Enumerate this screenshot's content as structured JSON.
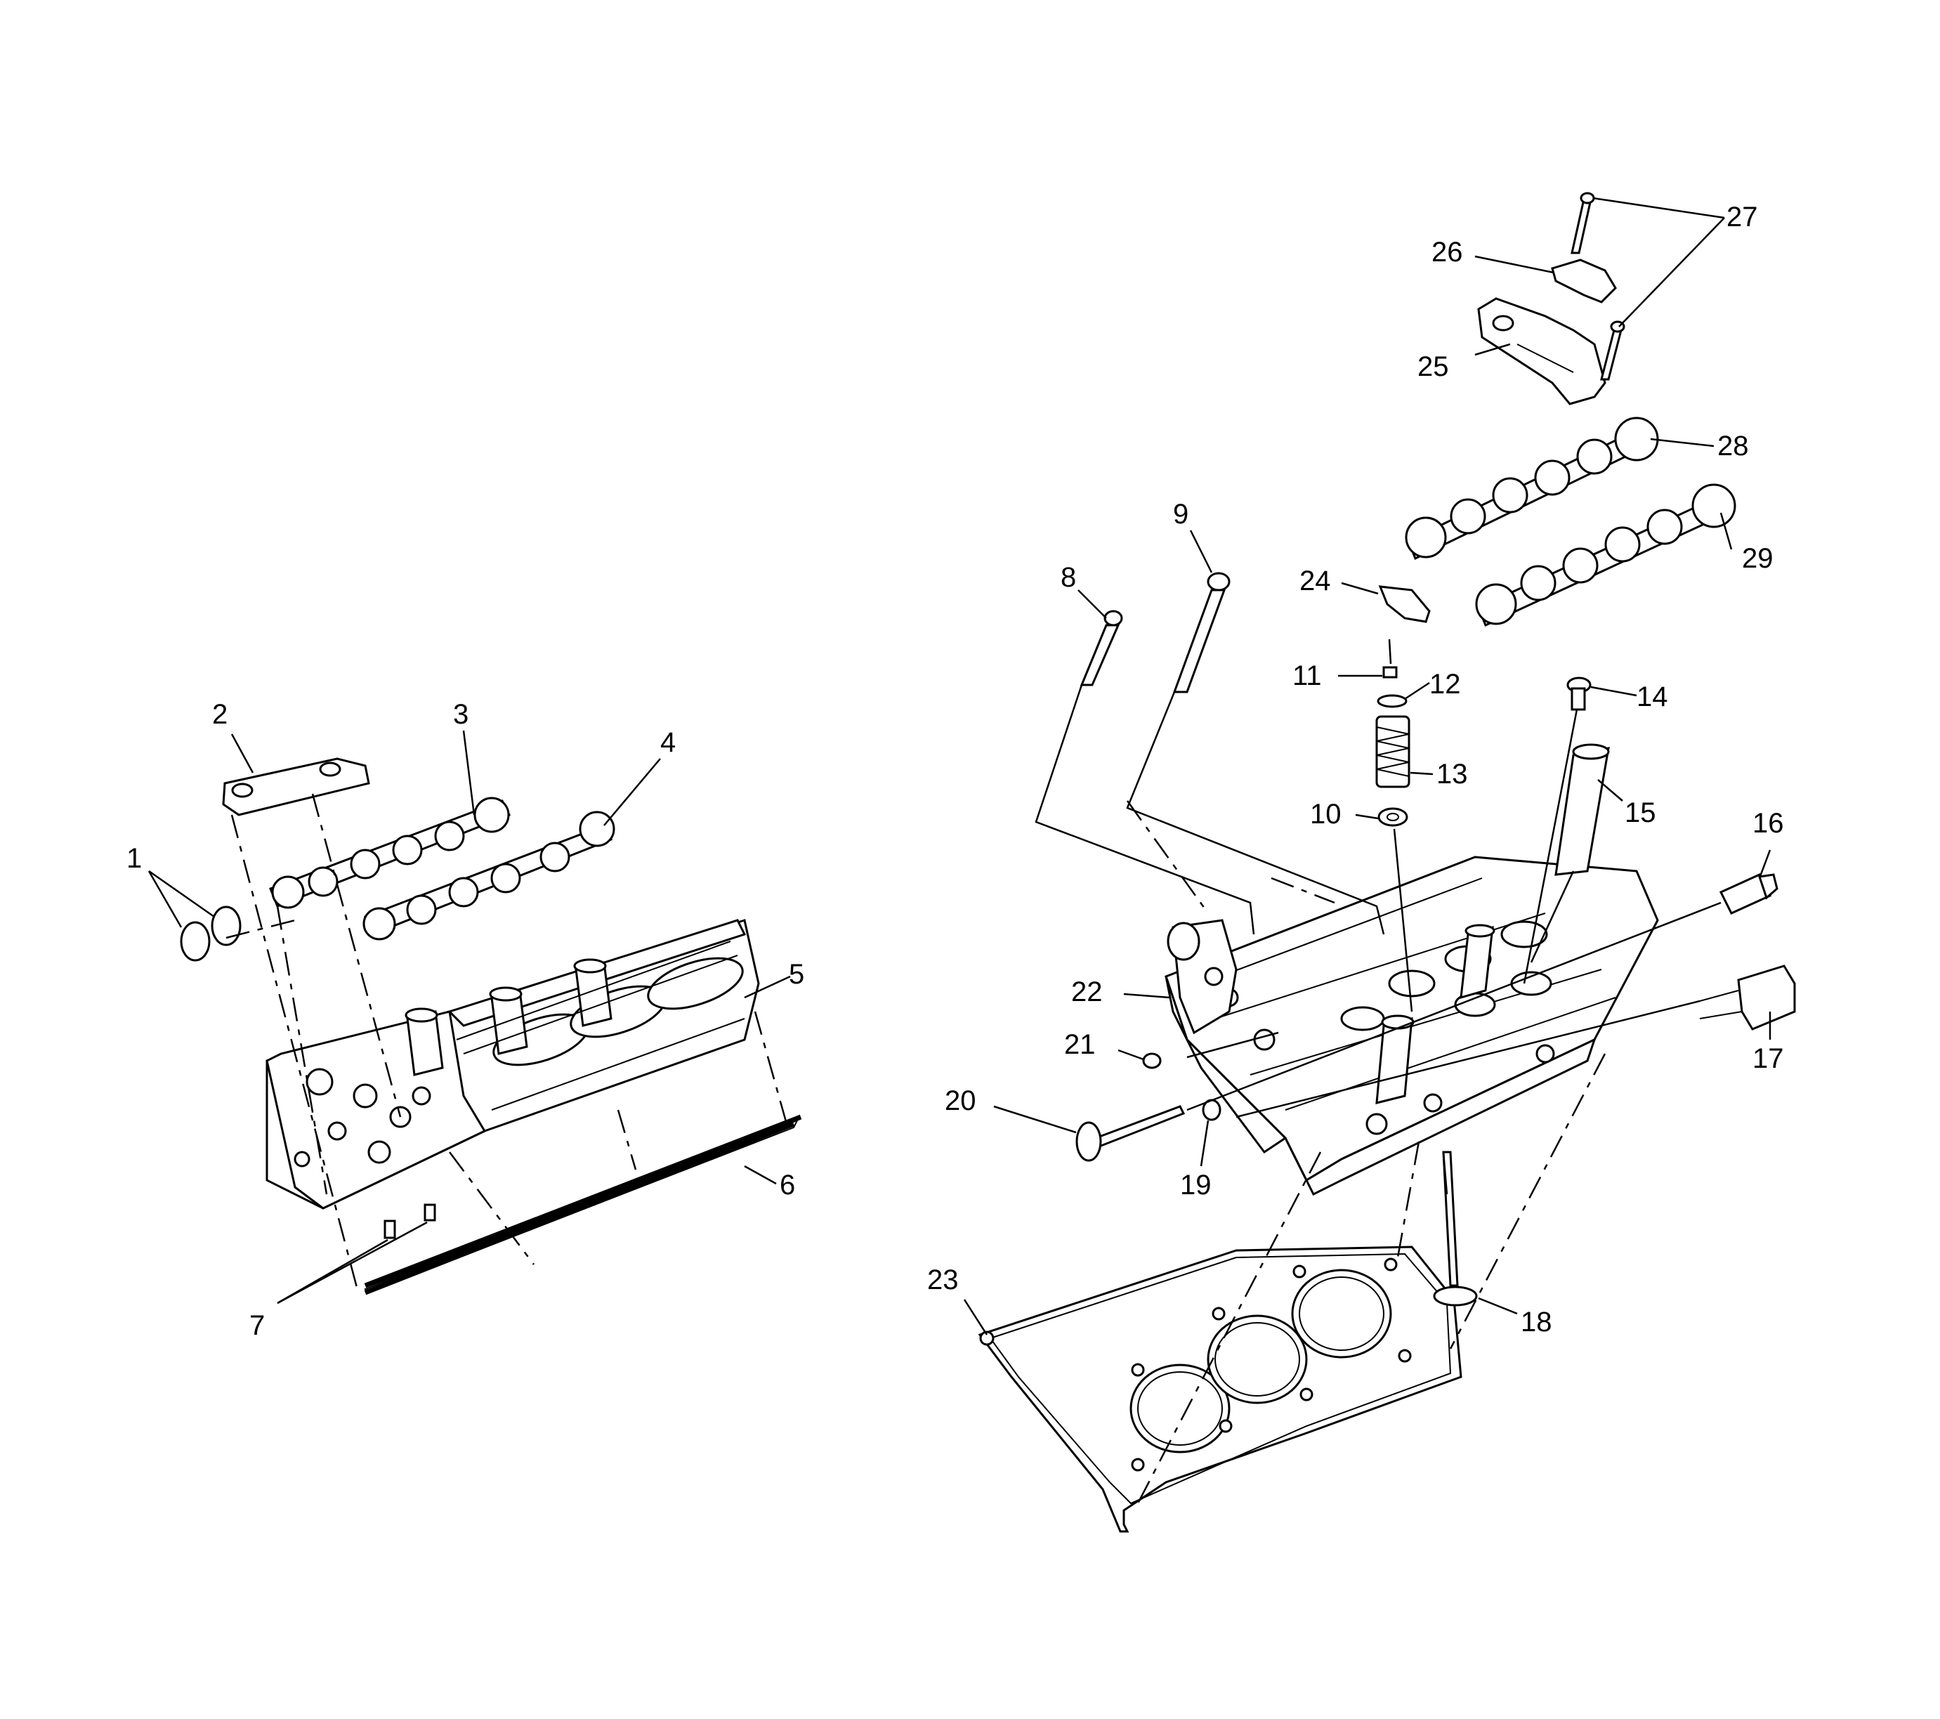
{
  "callouts": {
    "c1": "1",
    "c2": "2",
    "c3": "3",
    "c4": "4",
    "c5": "5",
    "c6": "6",
    "c7": "7",
    "c8": "8",
    "c9": "9",
    "c10": "10",
    "c11": "11",
    "c12": "12",
    "c13": "13",
    "c14": "14",
    "c15": "15",
    "c16": "16",
    "c17": "17",
    "c18": "18",
    "c19": "19",
    "c20": "20",
    "c21": "21",
    "c22": "22",
    "c23": "23",
    "c24": "24",
    "c25": "25",
    "c26": "26",
    "c27": "27",
    "c28": "28",
    "c29": "29"
  },
  "colors": {
    "line": "#000000",
    "background": "#ffffff"
  }
}
